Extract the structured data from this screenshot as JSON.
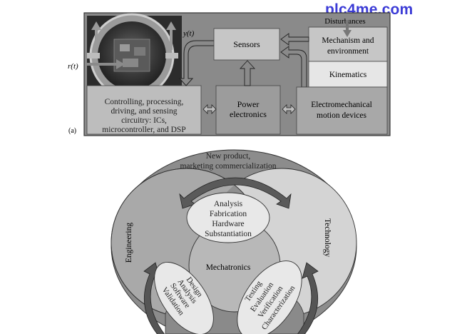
{
  "watermark": {
    "text": "plc4me.com",
    "color": "#3b3bd6"
  },
  "figure_a": {
    "panel_label": "(a)",
    "input_signal": "r(t)",
    "output_signal": "y(t)",
    "blocks": {
      "controller": [
        "Controlling, processing,",
        "driving, and sensing",
        "circuitry: ICs,",
        "microcontroller, and DSP"
      ],
      "sensors": [
        "Sensors"
      ],
      "power": [
        "Power",
        "electronics"
      ],
      "disturbances": "Disturbances",
      "mechanism": [
        "Mechanism and",
        "environment"
      ],
      "kinematics": [
        "Kinematics"
      ],
      "motion_devices": [
        "Electromechanical",
        "motion devices"
      ]
    },
    "colors": {
      "frame": "#8a8a8a",
      "block": "#bdbdbd",
      "block_light": "#e6e6e6",
      "dark_block": "#9c9c9c"
    }
  },
  "figure_b": {
    "top_label": [
      "New product,",
      "marketing commercialization"
    ],
    "left_label": "Engineering",
    "right_label": "Technology",
    "center_label": "Mechatronics",
    "top_ellipse": [
      "Analysis",
      "Fabrication",
      "Hardware",
      "Substantiation"
    ],
    "left_ellipse": [
      "Design",
      "Analysis",
      "Software",
      "Validation"
    ],
    "right_ellipse": [
      "Testing",
      "Evaluation",
      "Verification",
      "Characterization"
    ],
    "colors": {
      "outer": "#8c8c8c",
      "left": "#a9a9a9",
      "right": "#d4d4d4",
      "center": "#b8b8b8",
      "ellipse": "#e8e8e8",
      "arrow": "#555555"
    }
  }
}
